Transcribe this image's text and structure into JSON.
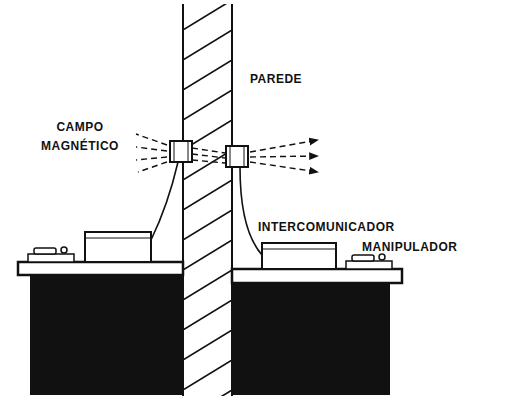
{
  "diagram": {
    "labels": [
      "PAREDE",
      "CAMPO MAGNÉTICO",
      "INTERCOMUNICADOR",
      "MANIPULADOR"
    ]
  }
}
